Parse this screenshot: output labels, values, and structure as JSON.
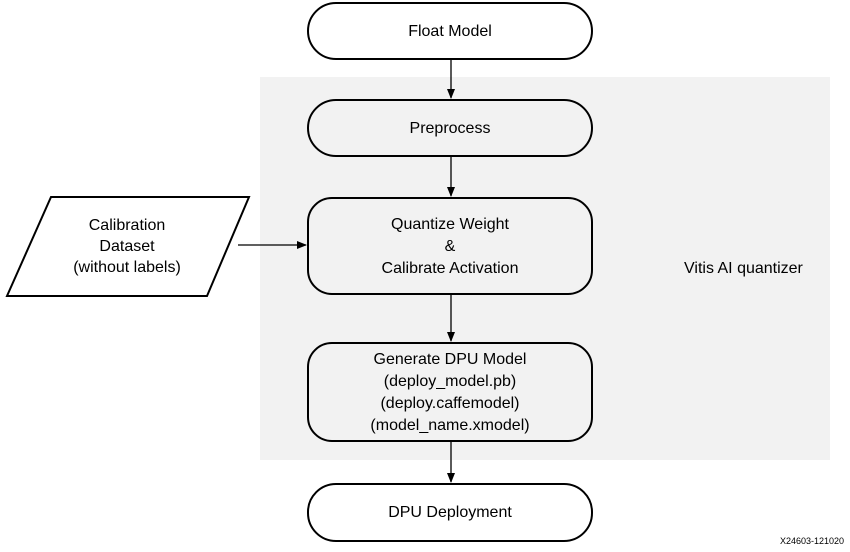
{
  "diagram": {
    "nodes": {
      "float_model": "Float Model",
      "preprocess": "Preprocess",
      "quantize": [
        "Quantize Weight",
        "&",
        "Calibrate Activation"
      ],
      "generate": [
        "Generate DPU Model",
        "(deploy_model.pb)",
        "(deploy.caffemodel)",
        "(model_name.xmodel)"
      ],
      "deployment": "DPU Deployment",
      "calibration": [
        "Calibration",
        "Dataset",
        "(without labels)"
      ]
    },
    "region_label": "Vitis AI quantizer",
    "figure_id": "X24603-121020",
    "edges": [
      [
        "Float Model",
        "Preprocess"
      ],
      [
        "Preprocess",
        "Quantize Weight & Calibrate Activation"
      ],
      [
        "Calibration Dataset (without labels)",
        "Quantize Weight & Calibrate Activation"
      ],
      [
        "Quantize Weight & Calibrate Activation",
        "Generate DPU Model"
      ],
      [
        "Generate DPU Model",
        "DPU Deployment"
      ]
    ],
    "colors": {
      "region_fill": "#f2f2f2",
      "stroke": "#000000",
      "terminal_fill": "#ffffff"
    }
  }
}
